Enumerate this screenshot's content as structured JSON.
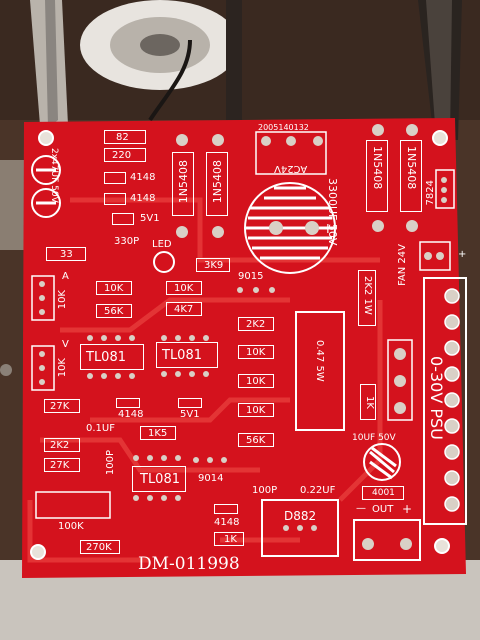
{
  "board": {
    "part_number": "DM-011998",
    "date_code": "2005140132",
    "psu_label": "0-30V PSU",
    "out_label": "OUT",
    "out_minus": "—",
    "out_plus": "+",
    "fan_label": "FAN 24V",
    "fan_plus": "+",
    "ac_label": "AC24V",
    "cap_big_label": "3300UF 50V",
    "cap_big_plus": "+",
    "cap_small_label": "2x47UF 50V",
    "cap_10uf_label": "10UF 50V",
    "led_label": "LED",
    "trimmer_a_label": "A",
    "trimmer_v_label": "V",
    "trimmer_10k_1": "10K",
    "trimmer_10k_2": "10K",
    "shunt_label": "0.47 5W",
    "regulator_label": "7824",
    "ic_labels": [
      "TL081",
      "TL081",
      "TL081"
    ],
    "transistor_labels": [
      "9015",
      "9014",
      "D882"
    ],
    "diode_1n5408": [
      "1N5408",
      "1N5408",
      "1N5408",
      "1N5408"
    ],
    "diode_4148": [
      "4148",
      "4148",
      "4148",
      "4148"
    ],
    "diode_4001": "4001",
    "zener_5v1": [
      "5V1",
      "5V1"
    ],
    "resistors": {
      "r82": "82",
      "r220": "220",
      "r33": "33",
      "r10k_a": "10K",
      "r10k_b": "10K",
      "r56k_a": "56K",
      "r4k7": "4K7",
      "r3k9": "3K9",
      "r2k2_a": "2K2",
      "r10k_c": "10K",
      "r10k_d": "10K",
      "r10k_e": "10K",
      "r56k_b": "56K",
      "r27k_a": "27K",
      "r2k2_b": "2K2",
      "r27k_b": "27K",
      "r1k5": "1K5",
      "r100k": "100K",
      "r270k": "270K",
      "r1k_a": "1K",
      "r1k_b": "1K",
      "r2k2_1w": "2K2 1W"
    },
    "caps": {
      "c330p": "330P",
      "c01uf": "0.1UF",
      "c100p_a": "100P",
      "c100p_b": "100P",
      "c022uf": "0.22UF"
    },
    "colors": {
      "pcb": "#d4121d",
      "silk": "#ffffff",
      "pad": "#d9d0c6",
      "trace": "#e63a3a",
      "bench": "#5a3b2c",
      "clip": "#b9b3ab"
    }
  }
}
